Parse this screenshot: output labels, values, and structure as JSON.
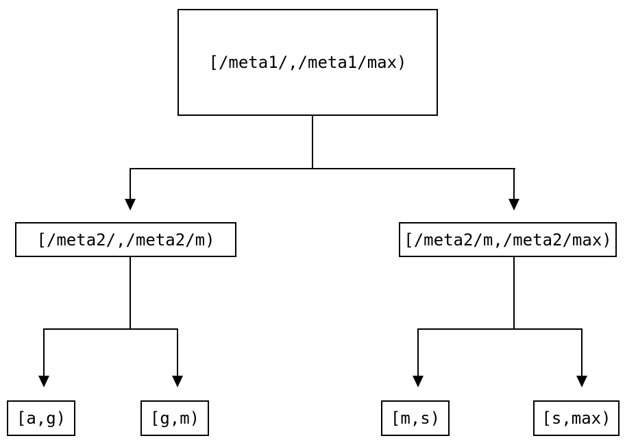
{
  "diagram": {
    "background": "#ffffff",
    "line_color": "#000000",
    "nodes": {
      "root": {
        "label": "[/meta1/,/meta1/max)"
      },
      "meta2_low": {
        "label": "[/meta2/,/meta2/m)"
      },
      "meta2_high": {
        "label": "[/meta2/m,/meta2/max)"
      },
      "leaf_ag": {
        "label": "[a,g)"
      },
      "leaf_gm": {
        "label": "[g,m)"
      },
      "leaf_ms": {
        "label": "[m,s)"
      },
      "leaf_smax": {
        "label": "[s,max)"
      }
    }
  }
}
